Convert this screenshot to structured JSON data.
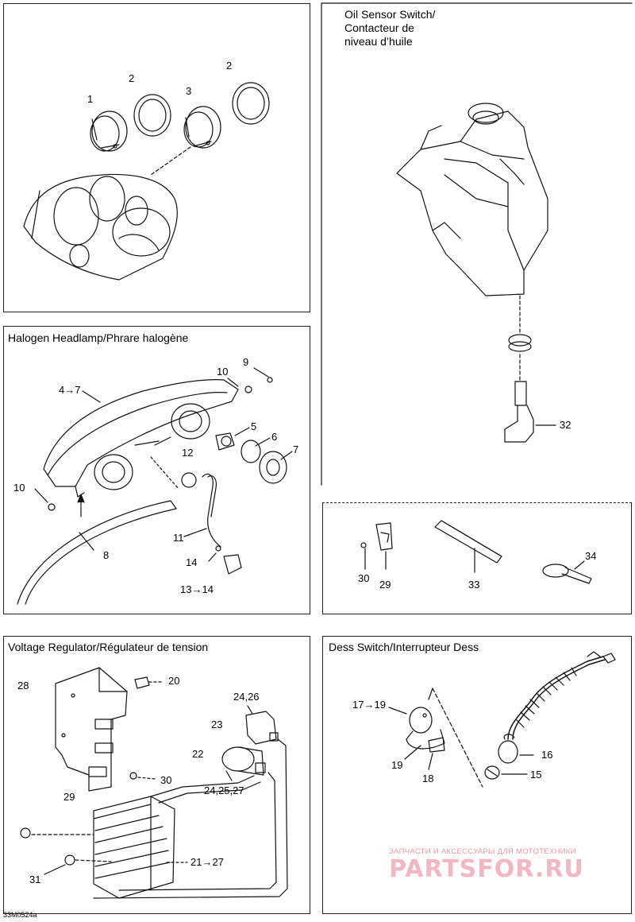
{
  "panels": {
    "halogen_title": "Halogen Headlamp/Phrare halogène",
    "oil_title_lines": [
      "Oil Sensor Switch/",
      "Contacteur de",
      "niveau d’huile"
    ],
    "voltage_title": "Voltage Regulator/Régulateur de tension",
    "dess_title": "Dess Switch/Interrupteur Dess"
  },
  "labels": {
    "gauges": [
      "1",
      "2",
      "3",
      "2"
    ],
    "headlamp": [
      "4→7",
      "10",
      "9",
      "5",
      "6",
      "7",
      "12",
      "10",
      "11",
      "8",
      "14",
      "13→14"
    ],
    "oil": [
      "32"
    ],
    "misc": [
      "30",
      "29",
      "33",
      "34"
    ],
    "voltage": [
      "28",
      "20",
      "24,26",
      "23",
      "22",
      "24,25,27",
      "30",
      "29",
      "21→27",
      "31"
    ],
    "dess": [
      "17→19",
      "16",
      "19",
      "18",
      "15"
    ]
  },
  "footer": {
    "code": "33M0524a",
    "watermark_sub": "ЗАПЧАСТИ И АКСЕССУАРЫ ДЛЯ МОТОТЕХНИКИ",
    "watermark_main": "PARTSFOR.RU"
  }
}
